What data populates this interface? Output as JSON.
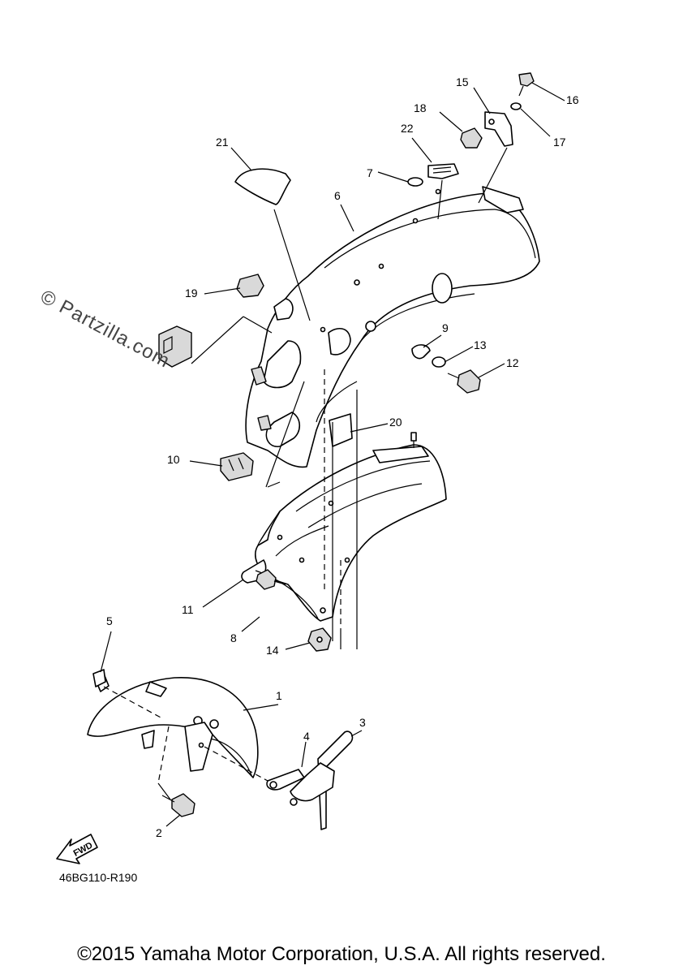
{
  "watermark": "© Partzilla.com",
  "diagram_code": "46BG110-R190",
  "fwd_label": "FWD",
  "copyright": "©2015 Yamaha Motor Corporation, U.S.A. All rights reserved.",
  "part_numbers": [
    "1",
    "2",
    "3",
    "4",
    "5",
    "6",
    "7",
    "8",
    "9",
    "10",
    "11",
    "12",
    "13",
    "14",
    "15",
    "16",
    "17",
    "18",
    "19",
    "20",
    "21",
    "22"
  ]
}
